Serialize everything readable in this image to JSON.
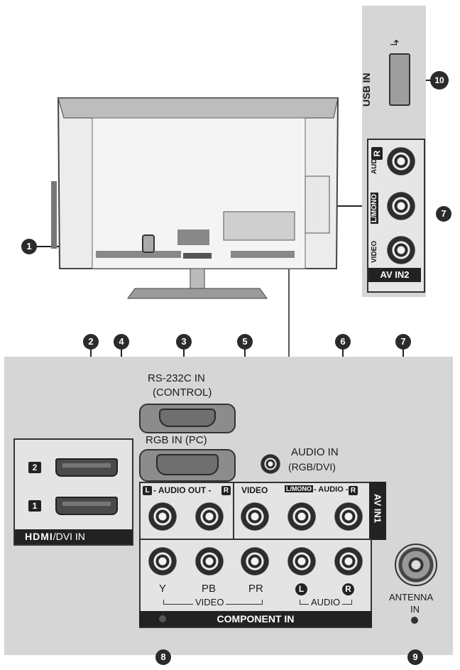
{
  "usb": {
    "label": "USB IN",
    "callout": "10"
  },
  "av_in2": {
    "audio_r": "AUDIO",
    "r_badge": "R",
    "lmono": "L/MONO",
    "video": "VIDEO",
    "bar": "AV IN2",
    "callout": "7"
  },
  "tv_back": {
    "callout": "1"
  },
  "callouts": {
    "hdmi": "2",
    "rs232": "3",
    "rgb": "4",
    "audio_out": "5",
    "audio_in": "6",
    "av_in1": "7",
    "component": "8",
    "antenna": "9"
  },
  "rs232": {
    "line1": "RS-232C IN",
    "line2": "(CONTROL)"
  },
  "rgb": {
    "label": "RGB IN (PC)"
  },
  "audio_in": {
    "line1": "AUDIO IN",
    "line2": "(RGB/DVI)"
  },
  "hdmi": {
    "port2": "2",
    "port1": "1",
    "brand": "HDMI",
    "suffix": "/DVI IN"
  },
  "audio_out": {
    "l_badge": "L",
    "label": "- AUDIO OUT -",
    "r_badge": "R"
  },
  "av_in1": {
    "video": "VIDEO",
    "lmono": "L/MONO",
    "audio": "- AUDIO -",
    "r_badge": "R",
    "bar": "AV IN1"
  },
  "component": {
    "y": "Y",
    "pb": "PB",
    "pr": "PR",
    "l": "L",
    "r": "R",
    "video": "VIDEO",
    "audio": "AUDIO",
    "bar": "COMPONENT IN"
  },
  "antenna": {
    "line1": "ANTENNA",
    "line2": "IN"
  }
}
